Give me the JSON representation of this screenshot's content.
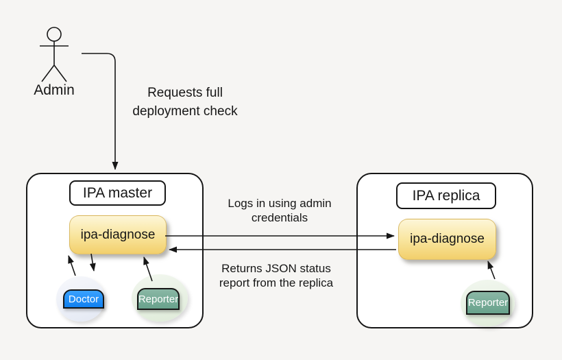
{
  "colors": {
    "background": "#f6f5f3",
    "ink": "#161616",
    "diagnose-top": "#fdf6d8",
    "diagnose-bottom": "#f2cf6b",
    "doctor-top": "#3aa2ff",
    "doctor-bottom": "#1180ef",
    "reporter-top": "#8ab7a5",
    "reporter-bottom": "#68a28c",
    "doctor-ellipse-top": "#f7f8fc",
    "doctor-ellipse-bottom": "#e3e8f3",
    "reporter-ellipse-top": "#f2f7ef",
    "reporter-ellipse-bottom": "#dfebd9"
  },
  "actor": {
    "label": "Admin"
  },
  "arrows": {
    "request_label": "Requests full\ndeployment check",
    "login_label": "Logs in using admin\ncredentials",
    "return_label": "Returns JSON status\nreport from the replica"
  },
  "master": {
    "title": "IPA master",
    "tool": "ipa-diagnose",
    "components": [
      {
        "label": "Doctor"
      },
      {
        "label": "Reporter"
      }
    ]
  },
  "replica": {
    "title": "IPA replica",
    "tool": "ipa-diagnose",
    "components": [
      {
        "label": "Reporter"
      }
    ]
  }
}
